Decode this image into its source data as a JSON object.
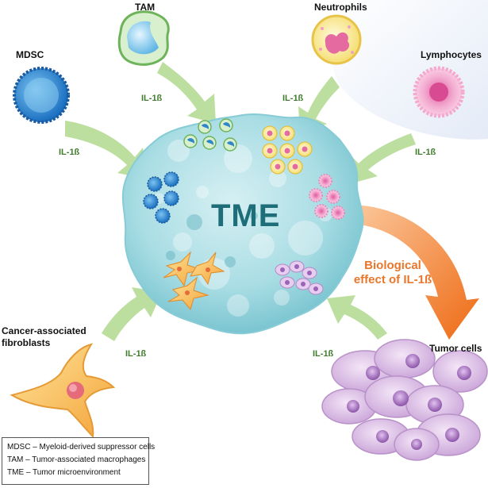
{
  "diagram": {
    "center": {
      "title": "TME"
    },
    "effect_label_line1": "Biological",
    "effect_label_line2": "effect of IL-1ß",
    "cells": {
      "mdsc": "MDSC",
      "tam": "TAM",
      "neutrophils": "Neutrophils",
      "lymphocytes": "Lymphocytes",
      "caf_line1": "Cancer-associated",
      "caf_line2": "fibroblasts",
      "tumor": "Tumor cells"
    },
    "signal_labels": {
      "mdsc": "IL-1ß",
      "tam": "IL-1ß",
      "neutrophils": "IL-1ß",
      "lymphocytes": "IL-1ß",
      "caf": "IL-1ß",
      "tumor": "IL-1ß"
    },
    "legend": [
      "MDSC – Myeloid-derived suppressor cells",
      "TAM – Tumor-associated macrophages",
      "TME – Tumor microenvironment"
    ],
    "colors": {
      "tme_fill": "#a9dde4",
      "tme_text": "#1e6e7a",
      "arrow_green": "#b5dc96",
      "arrow_orange": "#f07a22",
      "il_text": "#3f7d2c",
      "effect_text": "#e8772b"
    }
  }
}
